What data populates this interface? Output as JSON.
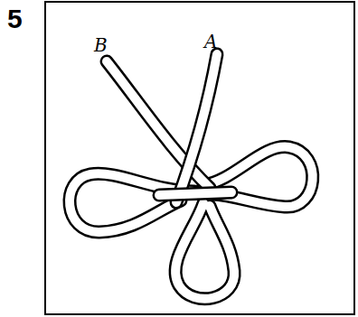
{
  "diagram": {
    "labels": [
      "5",
      "B",
      "A"
    ]
  }
}
